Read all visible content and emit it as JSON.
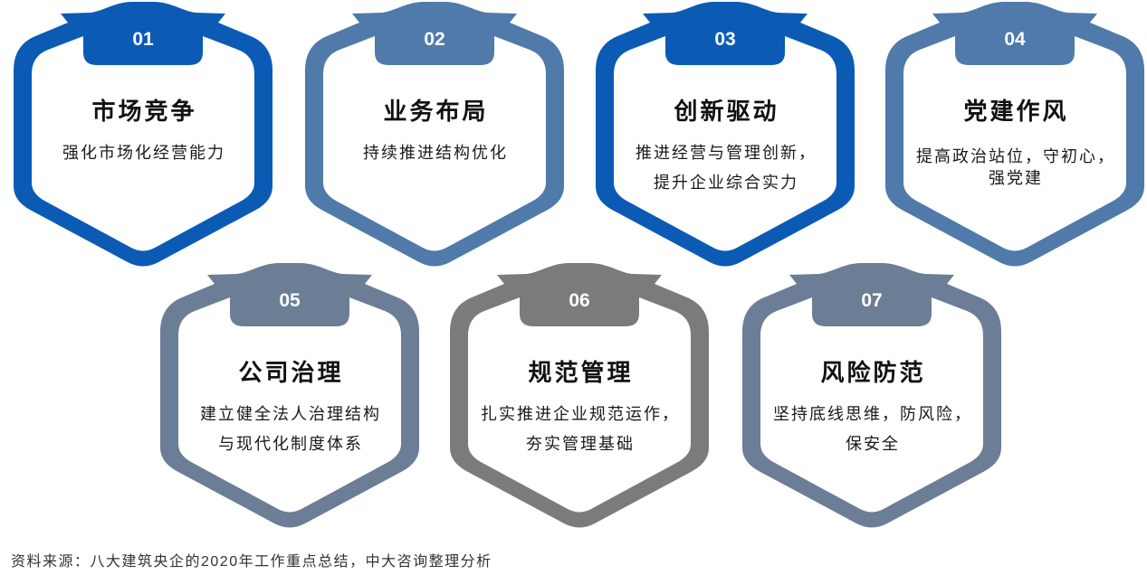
{
  "cards": [
    {
      "number": "01",
      "title": "市场竞争",
      "lines": [
        "强化市场化经营能力"
      ],
      "color": "#0b5bb5"
    },
    {
      "number": "02",
      "title": "业务布局",
      "lines": [
        "持续推进结构优化"
      ],
      "color": "#4f7aaa"
    },
    {
      "number": "03",
      "title": "创新驱动",
      "lines": [
        "推进经营与管理创新，",
        "提升企业综合实力"
      ],
      "color": "#0b5bb5"
    },
    {
      "number": "04",
      "title": "党建作风",
      "lines": [
        "提高政治站位，守初心，",
        "强党建"
      ],
      "color": "#4f7aaa"
    },
    {
      "number": "05",
      "title": "公司治理",
      "lines": [
        "建立健全法人治理结构",
        "与现代化制度体系"
      ],
      "color": "#6c7d96"
    },
    {
      "number": "06",
      "title": "规范管理",
      "lines": [
        "扎实推进企业规范运作，",
        "夯实管理基础"
      ],
      "color": "#7b7b7b"
    },
    {
      "number": "07",
      "title": "风险防范",
      "lines": [
        "坚持底线思维，防风险，",
        "保安全"
      ],
      "color": "#6c7d96"
    }
  ],
  "footer": {
    "source": "资料来源：八大建筑央企的2020年工作重点总结，中大咨询整理分析"
  }
}
